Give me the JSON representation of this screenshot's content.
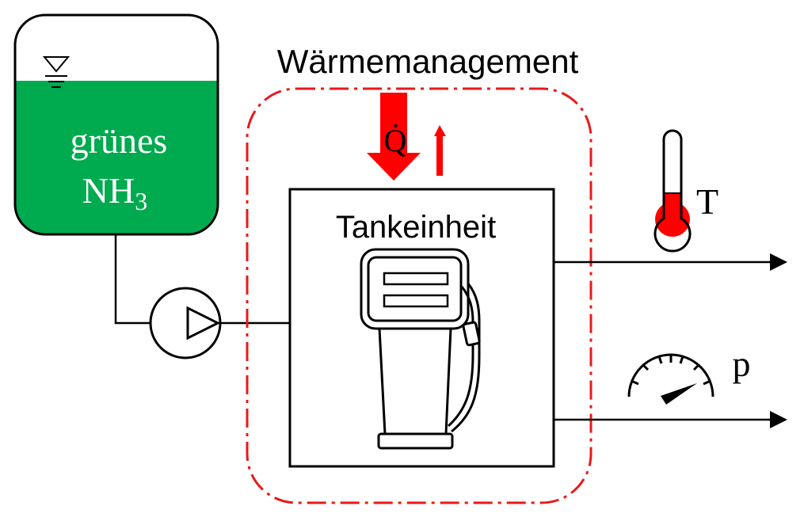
{
  "tank": {
    "label_line1": "grünes",
    "label_line2_main": "NH",
    "label_line2_sub": "3",
    "liquid_color": "#00AA4F"
  },
  "heat_management": {
    "title": "Wärmemanagement",
    "border_color": "#E81919"
  },
  "heat_flow": {
    "label": "Q̇",
    "color": "#FF0000"
  },
  "dispenser_unit": {
    "title": "Tankeinheit",
    "icon": "fuel-pump-icon"
  },
  "sensors": {
    "temperature_label": "T",
    "temperature_icon": "thermometer-icon",
    "temperature_fill_color": "#FF0000",
    "pressure_label": "p",
    "pressure_icon": "pressure-gauge-icon"
  },
  "pump": {
    "icon": "pump-icon"
  }
}
